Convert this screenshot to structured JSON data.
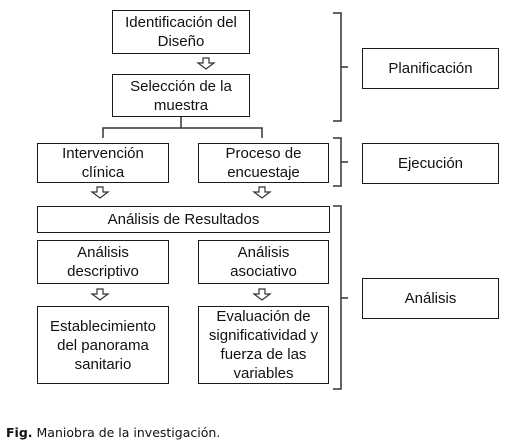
{
  "diagram": {
    "boxes": {
      "identificacion": "Identificación del\nDiseño",
      "seleccion": "Selección de la\nmuestra",
      "intervencion": "Intervención\nclínica",
      "proceso": "Proceso de\nencuestaje",
      "analisis_resultados": "Análisis de Resultados",
      "analisis_descriptivo": "Análisis\ndescriptivo",
      "analisis_asociativo": "Análisis\nasociativo",
      "establecimiento": "Establecimiento\ndel panorama\nsanitario",
      "evaluacion": "Evaluación de\nsignificatividad y\nfuerza de las\nvariables"
    },
    "phases": {
      "planificacion": "Planificación",
      "ejecucion": "Ejecución",
      "analisis": "Análisis"
    }
  },
  "caption": {
    "label": "Fig.",
    "text": "Maniobra de la investigación."
  }
}
